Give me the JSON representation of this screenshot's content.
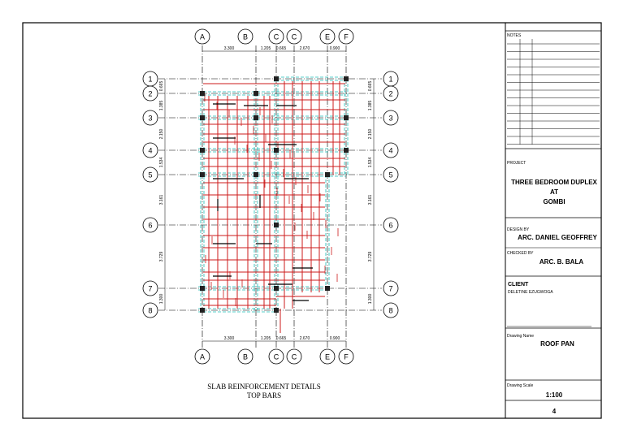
{
  "plan": {
    "col_labels_top": [
      "A",
      "B",
      "C",
      "C",
      "E",
      "F"
    ],
    "col_labels_bottom": [
      "A",
      "B",
      "C",
      "C",
      "E",
      "F"
    ],
    "row_labels_left": [
      "1",
      "2",
      "3",
      "4",
      "5",
      "6",
      "7",
      "8"
    ],
    "row_labels_right": [
      "1",
      "2",
      "3",
      "4",
      "5",
      "6",
      "7",
      "8"
    ],
    "top_dims": [
      "3.300",
      "1.205",
      "0.665",
      "2.670",
      "0.900"
    ],
    "bottom_dims": [
      "3.300",
      "1.205",
      "0.665",
      "2.670",
      "0.900"
    ],
    "left_dims": [
      "0.665",
      "1.385",
      "2.150",
      "1.534",
      "3.161",
      "3.729",
      "1.300"
    ],
    "right_dims": [
      "0.665",
      "1.385",
      "2.150",
      "1.534",
      "3.161",
      "3.729",
      "1.300"
    ],
    "title_line1": "SLAB REINFORCEMENT DETAILS",
    "title_line2": "TOP BARS"
  },
  "title_block": {
    "notes_label": "NOTES",
    "project_label": "PROJECT",
    "project_line1": "THREE BEDROOM DUPLEX",
    "project_line2": "AT",
    "project_line3": "GOMBI",
    "design_label": "DESIGN BY",
    "designer": "ARC. DANIEL GEOFFREY",
    "checked_label": "CHECKED BY",
    "checker": "ARC. B. BALA",
    "client_label": "CLIENT",
    "client_name": "DELETINE EZUGWOGA",
    "drawing_name_label": "Drawing Name",
    "drawing_name": "ROOF PAN",
    "scale_label": "Drawing Scale",
    "scale": "1:100",
    "sheet_no": "4"
  },
  "colors": {
    "rebar": "#cc1b1b",
    "beam": "#1fbfb8",
    "grid": "#000000"
  }
}
